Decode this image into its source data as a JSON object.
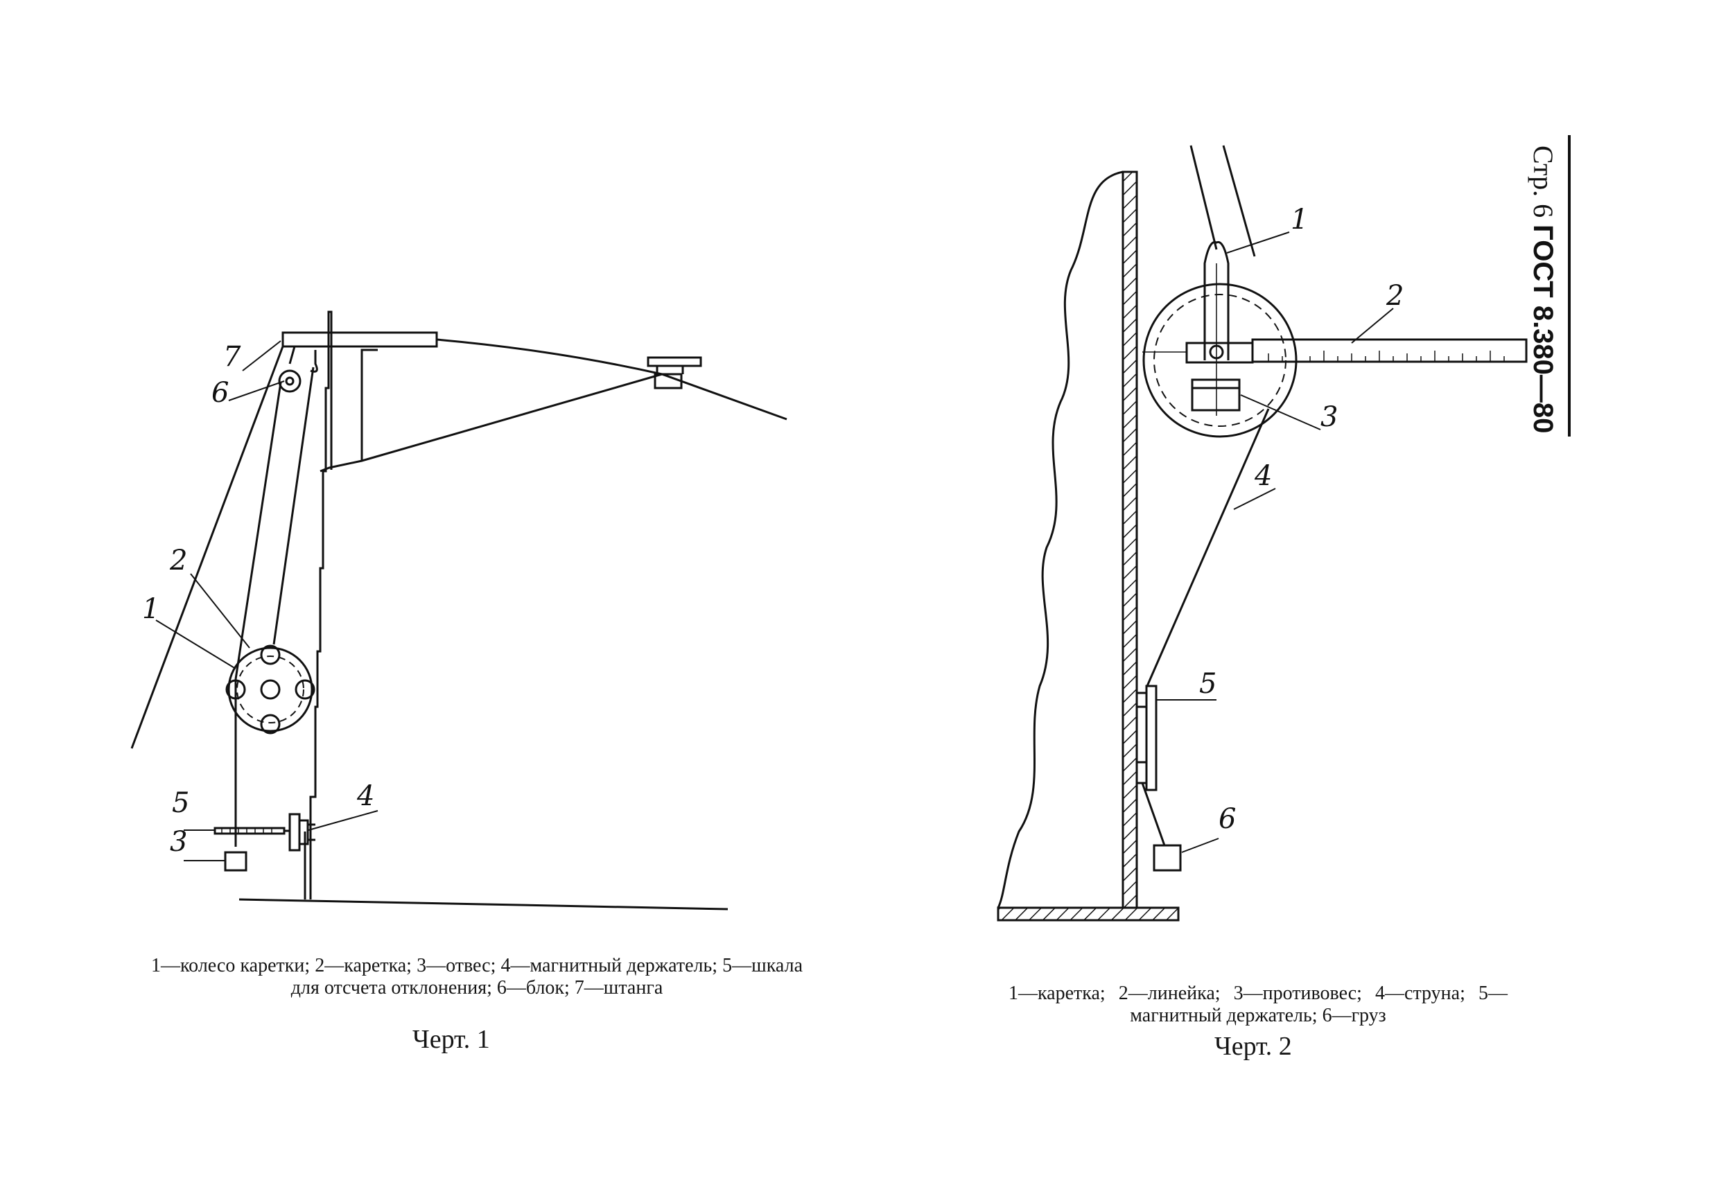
{
  "header": {
    "page": "Стр. 6",
    "standard": "ГОСТ 8.380—80"
  },
  "figure1": {
    "labels": [
      "1",
      "2",
      "3",
      "4",
      "5",
      "6",
      "7"
    ],
    "caption": "1—колесо каретки; 2—каретка; 3—отвес; 4—магнитный держатель; 5—шкала для отсчета отклонения; 6—блок; 7—штанга",
    "title": "Черт. 1"
  },
  "figure2": {
    "labels": [
      "1",
      "2",
      "3",
      "4",
      "5",
      "6"
    ],
    "caption": "1—каретка; 2—линейка; 3—противовес; 4—струна; 5—магнитный держатель; 6—груз",
    "title": "Черт. 2"
  }
}
